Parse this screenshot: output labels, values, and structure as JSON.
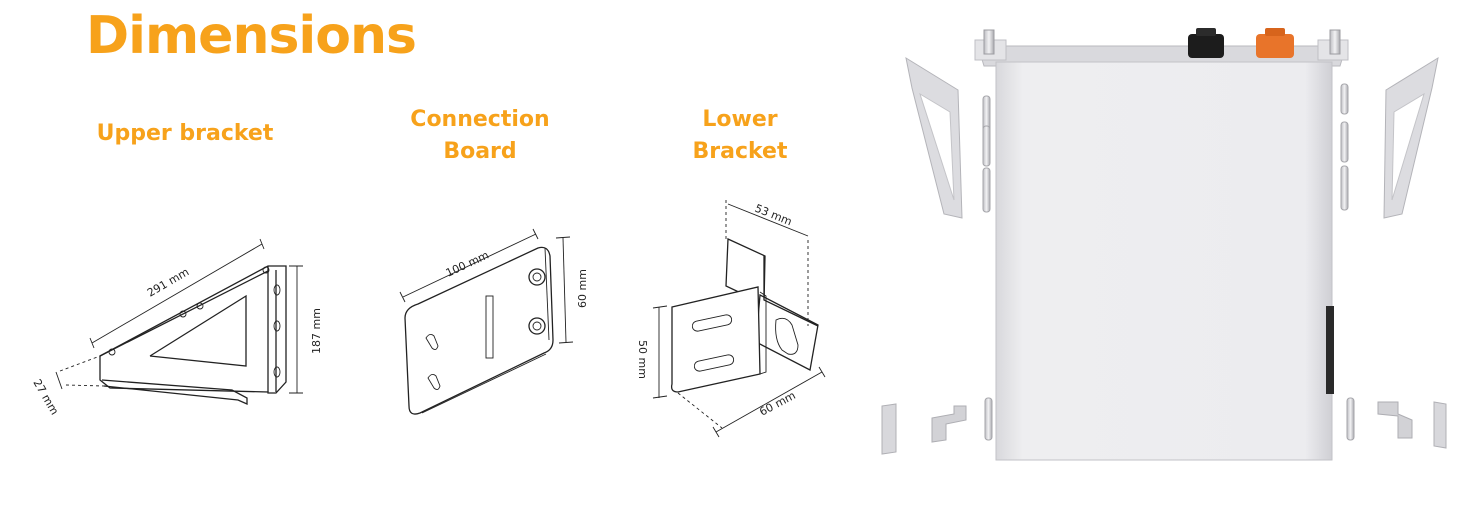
{
  "title": "Dimensions",
  "parts": {
    "upper_bracket": {
      "label_line1": "Upper bracket",
      "dim_length": "291 mm",
      "dim_height": "187 mm",
      "dim_offset": "27 mm"
    },
    "connection_board": {
      "label_line1": "Connection",
      "label_line2": "Board",
      "dim_length": "100 mm",
      "dim_height": "60 mm"
    },
    "lower_bracket": {
      "label_line1": "Lower",
      "label_line2": "Bracket",
      "dim_depth": "53 mm",
      "dim_height": "50 mm",
      "dim_width": "60 mm"
    }
  },
  "colors": {
    "accent": "#f7a21b",
    "line": "#222222",
    "enclosure": "#eeeef0",
    "terminal_black": "#1c1c1c",
    "terminal_orange": "#e8742a"
  }
}
